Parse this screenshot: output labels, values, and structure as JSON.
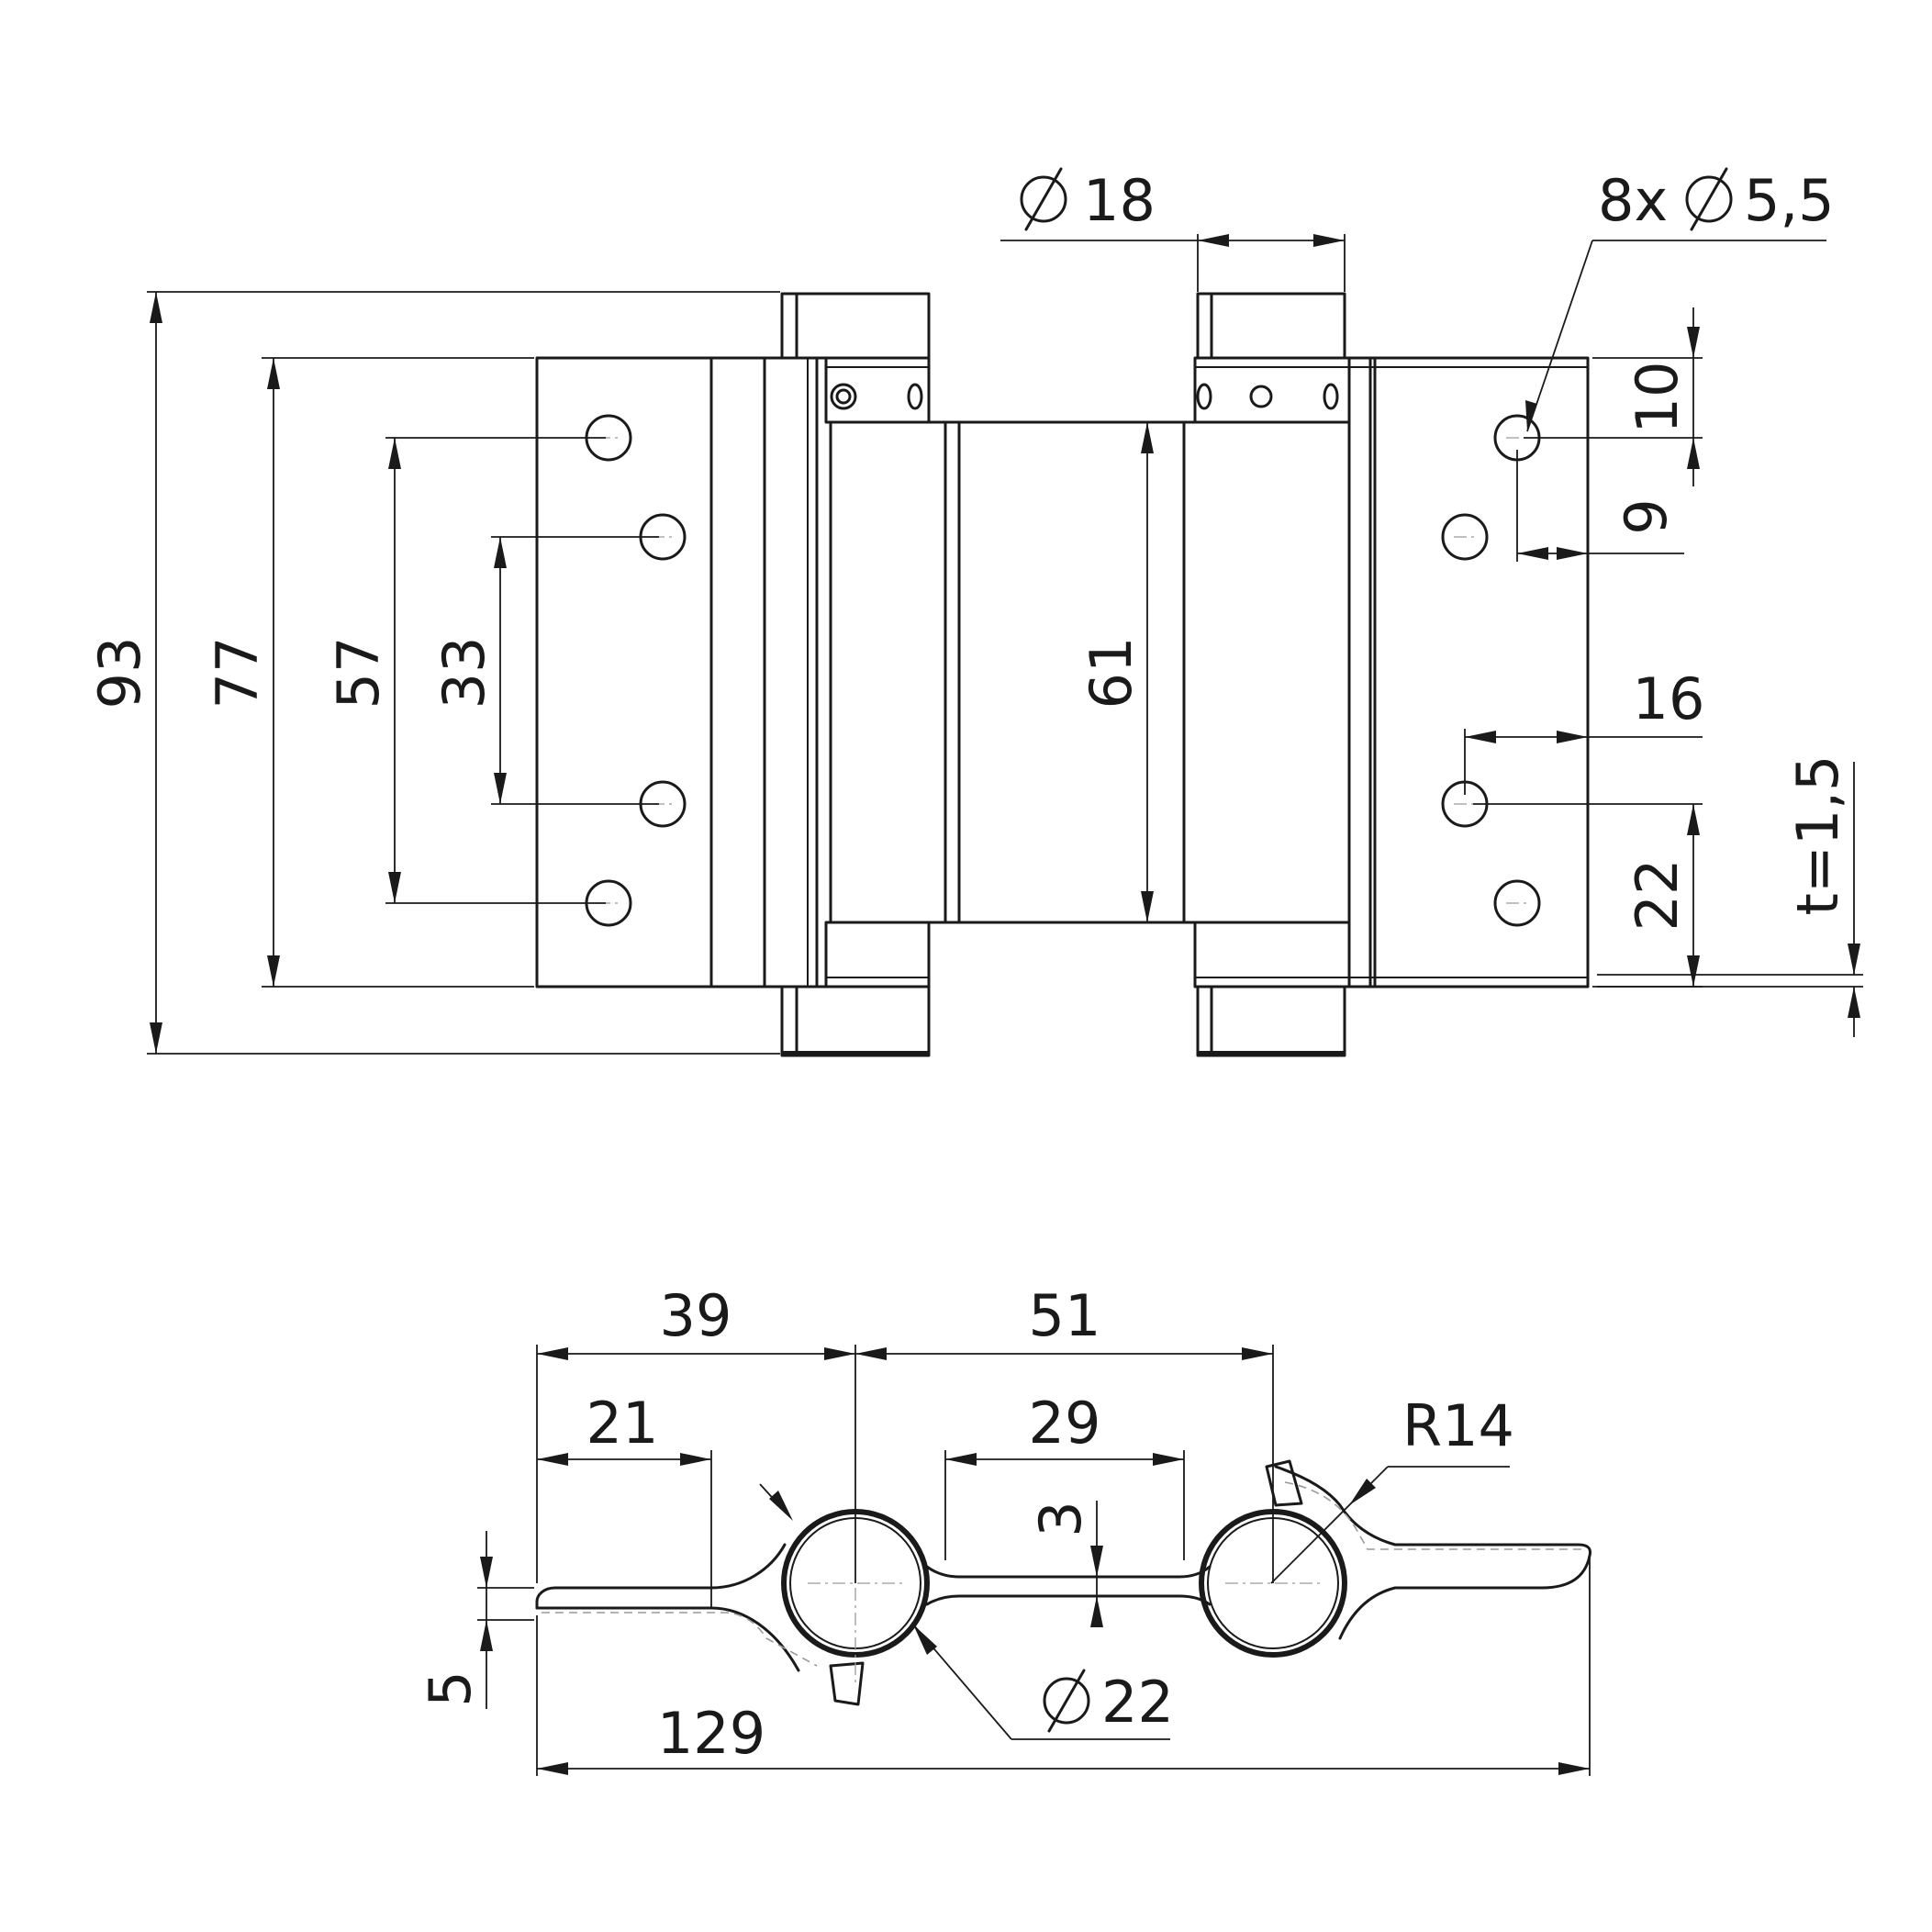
{
  "front_view": {
    "dims": {
      "overall_height": "93",
      "leaf_height": "77",
      "outer_hole_spacing": "57",
      "inner_hole_spacing": "33",
      "spring_length": "61",
      "barrel_diameter": "18",
      "hole_spec": "8x",
      "hole_diameter": "5,5",
      "hole_from_top": "10",
      "hole_from_edge": "9",
      "inner_hole_offset": "16",
      "bottom_hole_distance": "22",
      "thickness": "t=1,5"
    }
  },
  "top_view": {
    "dims": {
      "left_to_barrel": "39",
      "barrel_spacing": "51",
      "left_flat": "21",
      "web_length": "29",
      "web_thickness": "3",
      "radius": "R14",
      "barrel_outer_diameter": "22",
      "leaf_width": "5",
      "overall_width": "129"
    }
  }
}
